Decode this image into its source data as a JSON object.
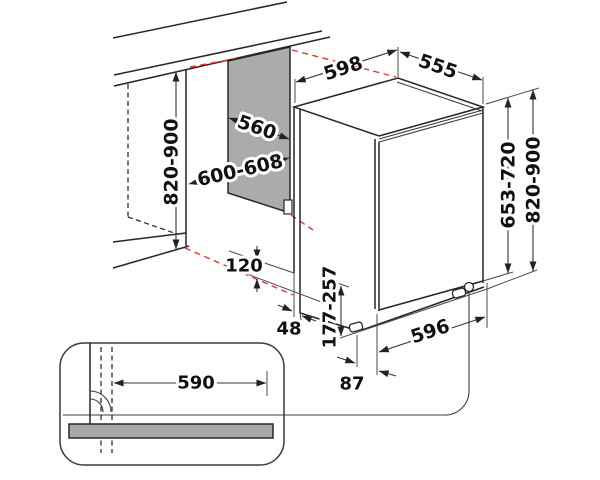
{
  "figure": {
    "title": "Built-in dishwasher installation diagram",
    "units": "mm"
  },
  "dimensions": {
    "niche_height": "820-900",
    "niche_width": "600-608",
    "side_panel_depth": "560",
    "appliance_width": "598",
    "appliance_depth": "555",
    "furniture_door_height": "653-720",
    "appliance_height": "820-900",
    "plinth_recess": "120",
    "side_gap": "48",
    "plinth_height": "177-257",
    "foot_setback": "87",
    "base_width": "596",
    "plinth_panel_width": "590"
  },
  "colors": {
    "projection": "#e8322c",
    "panel_fill": "#ababab",
    "plinth_fill": "#a9a9a9",
    "line": "#262626"
  }
}
